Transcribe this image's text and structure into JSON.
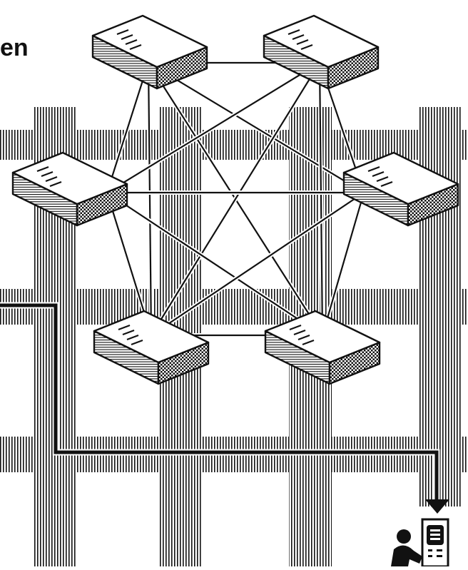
{
  "heading": {
    "fragment": "en"
  },
  "colors": {
    "ink": "#111111",
    "paper": "#ffffff"
  },
  "icons": {
    "nodes": "server-node-icon",
    "terminal": "terminal-icon",
    "user": "user-icon",
    "arrow": "arrow-down-icon"
  },
  "network": {
    "node_count": 6,
    "nodes": [
      "node-1",
      "node-2",
      "node-3",
      "node-4",
      "node-5",
      "node-6"
    ],
    "links": [
      [
        "node-1",
        "node-2"
      ],
      [
        "node-1",
        "node-3"
      ],
      [
        "node-1",
        "node-4"
      ],
      [
        "node-1",
        "node-5"
      ],
      [
        "node-1",
        "node-6"
      ],
      [
        "node-2",
        "node-3"
      ],
      [
        "node-2",
        "node-4"
      ],
      [
        "node-2",
        "node-5"
      ],
      [
        "node-2",
        "node-6"
      ],
      [
        "node-3",
        "node-4"
      ],
      [
        "node-3",
        "node-5"
      ],
      [
        "node-3",
        "node-6"
      ],
      [
        "node-4",
        "node-5"
      ],
      [
        "node-4",
        "node-6"
      ],
      [
        "node-5",
        "node-6"
      ]
    ]
  }
}
